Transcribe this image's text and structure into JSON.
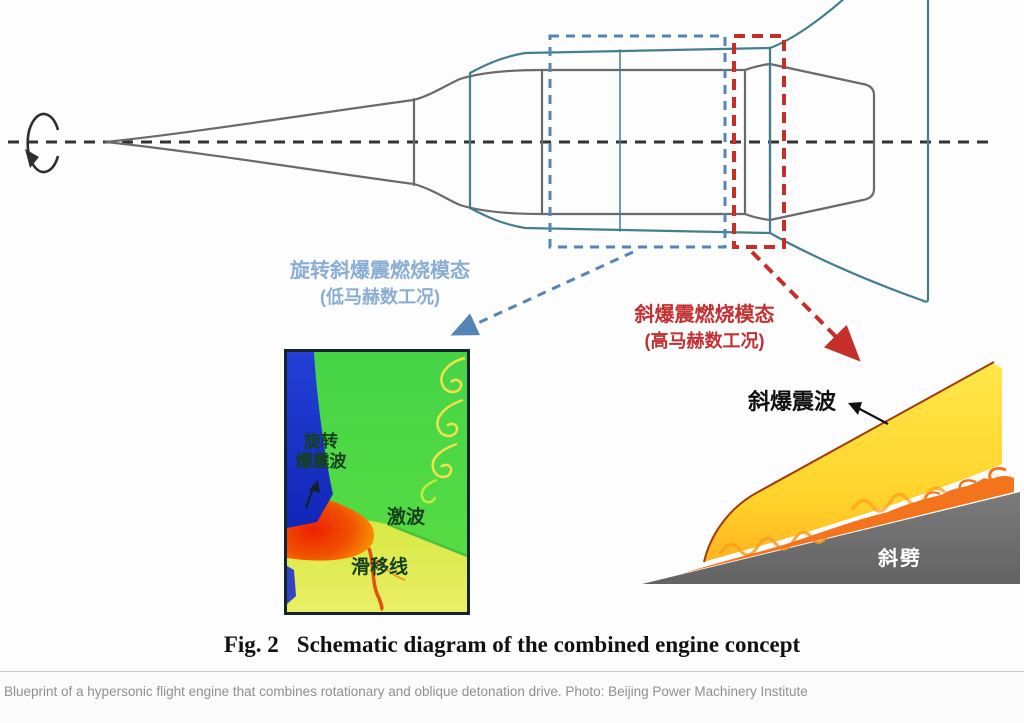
{
  "figure": {
    "fig_label": "Fig. 2",
    "fig_title": "Schematic diagram of the combined engine concept",
    "credit": "Blueprint of a hypersonic flight engine that combines rotationary and oblique detonation drive. Photo: Beijing Power Machinery Institute"
  },
  "modes": {
    "rotating": {
      "line1": "旋转斜爆震燃烧模态",
      "line2": "(低马赫数工况)"
    },
    "oblique": {
      "line1": "斜爆震燃烧模态",
      "line2": "(高马赫数工况)"
    }
  },
  "cfd_left_labels": {
    "rotating_detonation_wave_line1": "旋转",
    "rotating_detonation_wave_line2": "爆震波",
    "shock_wave": "激波",
    "slip_line": "滑移线"
  },
  "cfd_right_labels": {
    "oblique_detonation_wave": "斜爆震波",
    "wedge": "斜劈"
  },
  "icons": {
    "rotation": "rotation-direction-icon",
    "blue_leader": "dashed-arrow-blue",
    "red_leader": "dashed-arrow-red"
  },
  "colors": {
    "outline_gray": "#6a6a6a",
    "casing_teal": "#417f8e",
    "centerline_black": "#333333",
    "highlight_blue": "#5585b4",
    "highlight_red": "#c43029",
    "mode_label_blue": "#8aaed3",
    "mode_label_red": "#c23031",
    "cfd_green": "#4bd645",
    "cfd_blue": "#1c35cc",
    "cfd_red": "#ee2500",
    "flame_yellow": "#ffd92e",
    "flame_orange": "#f4731d",
    "wedge_gray": "#6e6e6e"
  }
}
